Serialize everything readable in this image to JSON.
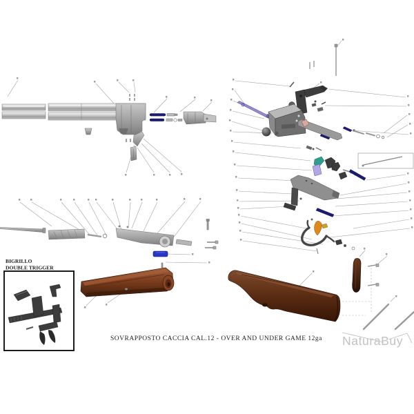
{
  "diagram": {
    "caption": "SOVRAPPOSTO CACCIA CAL.12 - OVER AND UNDER GAME 12ga",
    "inset_label_line1": "BIGRILLO",
    "inset_label_line2": "DOUBLE TRIGGER",
    "watermark": "NaturaBuy"
  },
  "colors": {
    "background": "#ffffff",
    "metal_light": "#d9d9d9",
    "metal_dark": "#5f5f5f",
    "receiver_dark": "#474747",
    "spring_navy": "#1b1b70",
    "rod_purple": "#968bd0",
    "part_teal": "#2f9e8e",
    "part_lavender": "#b2a8e4",
    "part_salmon": "#d9a9a0",
    "trigger_orange": "#e0881a",
    "selector_gold": "#c9a22e",
    "part_blue": "#2a36c8",
    "wood_light": "#a2603a",
    "wood_dark": "#45200d",
    "leader_line": "#a0a0a0",
    "watermark_gray": "#c2c2c2"
  }
}
